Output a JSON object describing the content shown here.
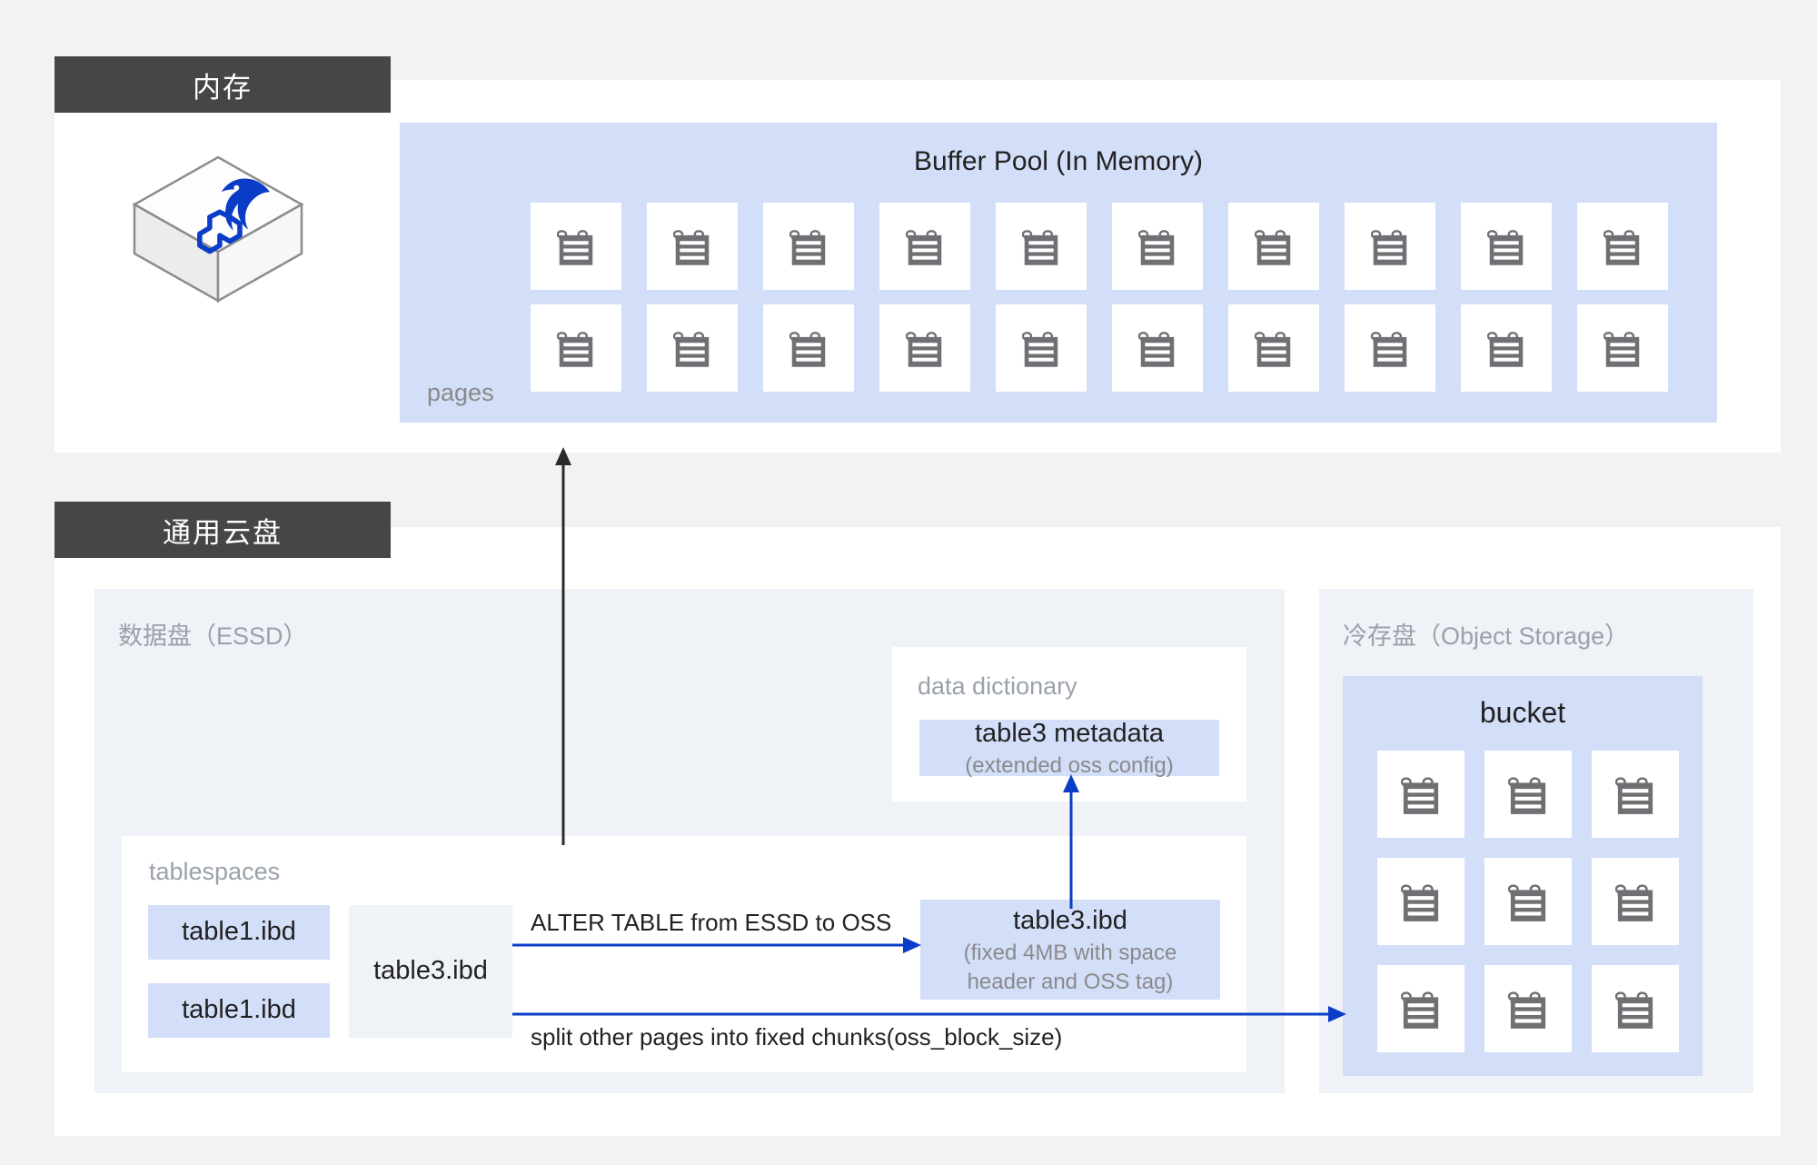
{
  "sections": {
    "memory": {
      "title": "内存"
    },
    "cloud_disk": {
      "title": "通用云盘"
    }
  },
  "logo": {
    "name": "mysql-dolphin-cube",
    "color": "#0a3cc8"
  },
  "buffer_pool": {
    "title": "Buffer Pool (In Memory)",
    "pages_label": "pages",
    "page_icon": "page-icon",
    "page_count": 20,
    "rows": 2,
    "cols": 10,
    "fill": "#d3deF8"
  },
  "data_disk": {
    "label": "数据盘（ESSD）",
    "data_dictionary": {
      "label": "data dictionary",
      "entry": {
        "title": "table3 metadata",
        "subtitle": "(extended oss config)"
      }
    },
    "tablespaces": {
      "label": "tablespaces",
      "files": [
        "table1.ibd",
        "table1.ibd"
      ],
      "wide_file": "table3.ibd"
    },
    "oss_file": {
      "title": "table3.ibd",
      "subtitle_line1": "(fixed 4MB with space",
      "subtitle_line2": "header and OSS tag)"
    }
  },
  "cold_disk": {
    "label": "冷存盘（Object Storage）",
    "bucket": {
      "title": "bucket",
      "page_icon": "page-icon",
      "page_count": 9,
      "rows": 3,
      "cols": 3
    }
  },
  "connectors": {
    "read_pages": {
      "label": "",
      "color": "#2b2b2b",
      "direction": "up"
    },
    "alter_table": {
      "label": "ALTER TABLE from ESSD to OSS",
      "color": "#0a3cc8",
      "direction": "right"
    },
    "split_chunks": {
      "label": "split other pages into fixed chunks(oss_block_size)",
      "color": "#0a3cc8",
      "direction": "right"
    },
    "metadata_up": {
      "label": "",
      "color": "#0a3cc8",
      "direction": "up"
    }
  },
  "palette": {
    "background": "#f2f2f2",
    "header_bar": "#464646",
    "panel": "#ffffff",
    "subpanel": "#eff2f6",
    "accent_blue_fill": "#d3deF8",
    "arrow_blue": "#0a3cc8",
    "arrow_dark": "#2b2b2b",
    "muted_text": "#9aa1ab",
    "icon_gray": "#6e7073"
  }
}
